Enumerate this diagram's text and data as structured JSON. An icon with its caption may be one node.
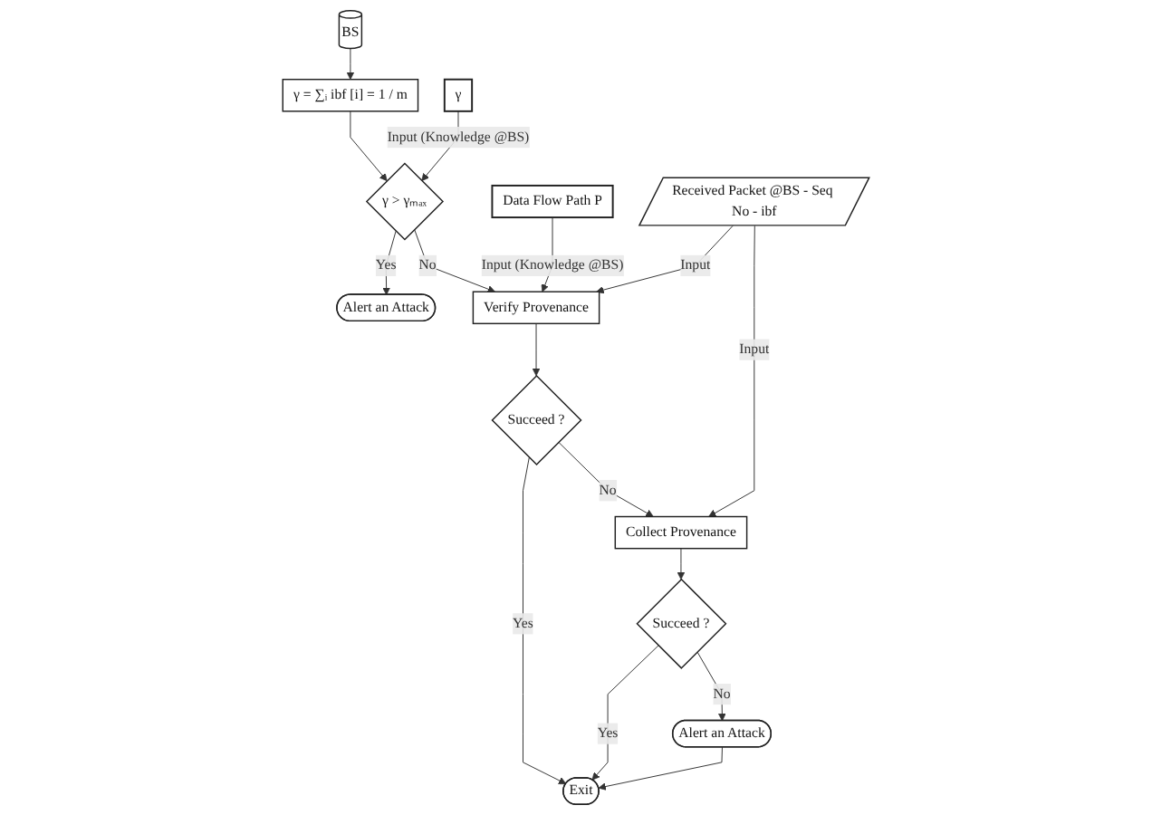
{
  "diagram": {
    "nodes": [
      {
        "text": [
          "BS"
        ]
      },
      {
        "text": [
          "γ = ∑ᵢ ibf [i] = 1 / m"
        ]
      },
      {
        "text": [
          "γ > γₘₐₓ"
        ]
      },
      {
        "text": [
          "Alert an Attack"
        ]
      },
      {
        "text": [
          "γ"
        ]
      },
      {
        "text": [
          "Verify Provenance"
        ]
      },
      {
        "text": [
          "Data Flow Path P"
        ]
      },
      {
        "text": [
          "Received Packet @BS - Seq No - ibf"
        ]
      },
      {
        "text": [
          "Succeed ?"
        ]
      },
      {
        "text": [
          "Collect Provenance"
        ]
      },
      {
        "text": [
          "Succeed ?"
        ]
      },
      {
        "text": [
          "Alert an Attack"
        ]
      },
      {
        "text": [
          "Exit"
        ]
      }
    ],
    "edges": [
      {
        "from": 0,
        "to": 1,
        "arrow": "to"
      },
      {
        "from": 1,
        "to": 2,
        "arrow": "to"
      },
      {
        "from": 2,
        "to": 3,
        "arrow": "to",
        "label": "Yes"
      },
      {
        "from": 4,
        "to": 2,
        "arrow": "to",
        "label": "Input (Knowledge @BS)"
      },
      {
        "from": 2,
        "to": 5,
        "arrow": "to",
        "label": "No"
      },
      {
        "from": 6,
        "to": 5,
        "arrow": "to",
        "label": "Input (Knowledge @BS)"
      },
      {
        "from": 7,
        "to": 5,
        "arrow": "to",
        "label": "Input"
      },
      {
        "from": 5,
        "to": 8,
        "arrow": "to"
      },
      {
        "from": 8,
        "to": 12,
        "arrow": "to",
        "label": "Yes"
      },
      {
        "from": 8,
        "to": 9,
        "arrow": "to",
        "label": "No"
      },
      {
        "from": 7,
        "to": 9,
        "arrow": "to",
        "label": "Input"
      },
      {
        "from": 9,
        "to": 10,
        "arrow": "to"
      },
      {
        "from": 10,
        "to": 11,
        "arrow": "to",
        "label": "No"
      },
      {
        "from": 10,
        "to": 12,
        "arrow": "to",
        "label": "Yes"
      },
      {
        "from": 11,
        "to": 12,
        "arrow": "to"
      }
    ]
  }
}
